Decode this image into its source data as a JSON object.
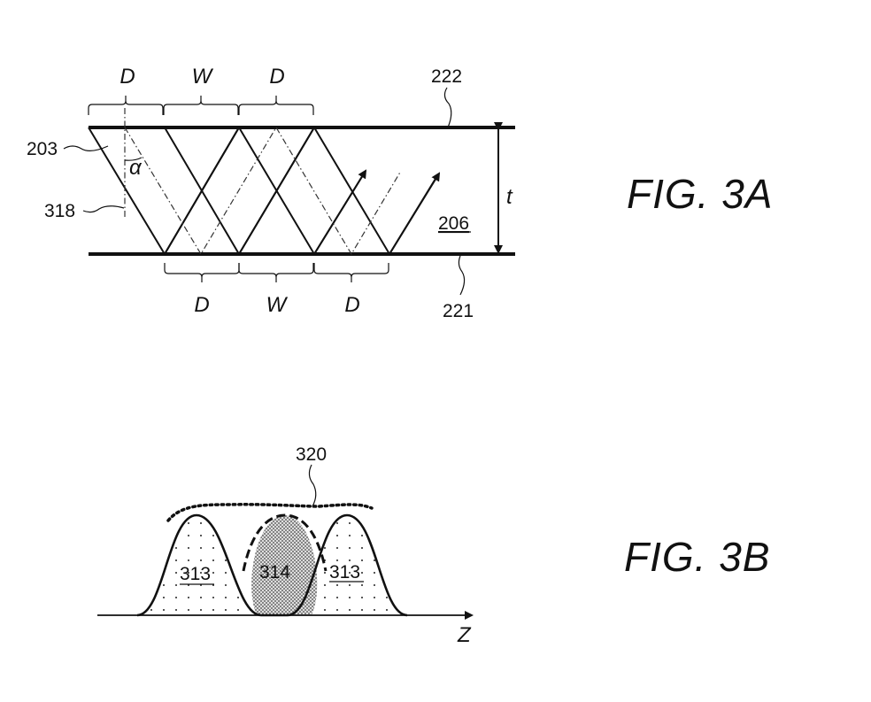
{
  "fig3a": {
    "caption": "FIG. 3A",
    "top_brackets": [
      "D",
      "W",
      "D"
    ],
    "bottom_brackets": [
      "D",
      "W",
      "D"
    ],
    "ref_222": "222",
    "ref_221": "221",
    "ref_203": "203",
    "ref_318": "318",
    "ref_206": "206",
    "angle": "α",
    "thickness": "t"
  },
  "fig3b": {
    "caption": "FIG. 3B",
    "ref_320": "320",
    "ref_313_left": "313",
    "ref_314": "314",
    "ref_313_right": "313",
    "axis": "Z"
  }
}
